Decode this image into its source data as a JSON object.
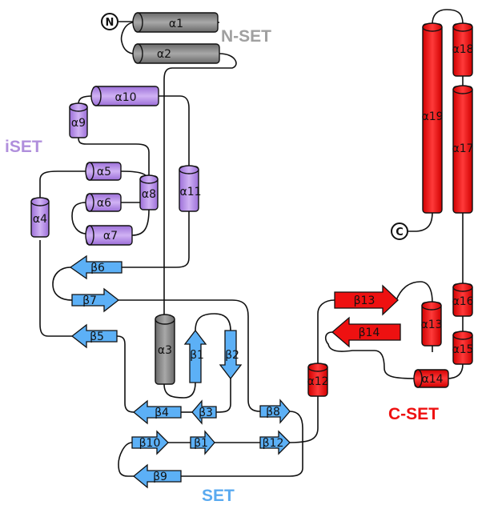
{
  "terminals": {
    "n": "N",
    "c": "C"
  },
  "sections": {
    "nset": {
      "label": "N-SET",
      "color": "#a0a0a0"
    },
    "iset": {
      "label": "iSET",
      "color": "#b08fdc"
    },
    "set": {
      "label": "SET",
      "color": "#5aaaf0"
    },
    "cset": {
      "label": "C-SET",
      "color": "#ee1111"
    }
  },
  "colors": {
    "grey_helix": "#8c8c8c",
    "purple_helix": "#b890e8",
    "blue_strand": "#5cb0f6",
    "red_element": "#ee1111",
    "grey_blue_helix": "#8c8c8c"
  },
  "helices": {
    "a1": "α1",
    "a2": "α2",
    "a3": "α3",
    "a4": "α4",
    "a5": "α5",
    "a6": "α6",
    "a7": "α7",
    "a8": "α8",
    "a9": "α9",
    "a10": "α10",
    "a11": "α11",
    "a12": "α12",
    "a13": "α13",
    "a14": "α14",
    "a15": "α15",
    "a16": "α16",
    "a17": "α17",
    "a18": "α18",
    "a19": "α19"
  },
  "strands": {
    "b1": "β1",
    "b1p": "β1",
    "b2": "β2",
    "b3": "β3",
    "b4": "β4",
    "b5": "β5",
    "b6": "β6",
    "b7": "β7",
    "b8": "β8",
    "b9": "β9",
    "b10": "β10",
    "b12": "β12",
    "b13": "β13",
    "b14": "β14"
  }
}
